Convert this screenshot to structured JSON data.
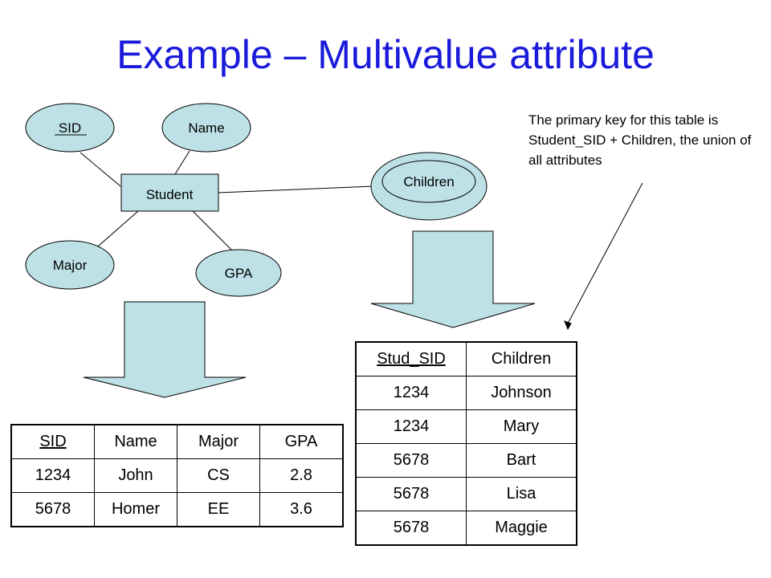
{
  "title": "Example – Multivalue attribute",
  "er": {
    "entity": "Student",
    "attributes": {
      "sid": "SID",
      "name": "Name",
      "major": "Major",
      "gpa": "GPA",
      "children": "Children"
    }
  },
  "note": "The primary key for this table is Student_SID + Children, the union of all attributes",
  "student_table": {
    "headers": [
      "SID",
      "Name",
      "Major",
      "GPA"
    ],
    "rows": [
      [
        "1234",
        "John",
        "CS",
        "2.8"
      ],
      [
        "5678",
        "Homer",
        "EE",
        "3.6"
      ]
    ]
  },
  "children_table": {
    "headers": [
      "Stud_SID",
      "Children"
    ],
    "rows": [
      [
        "1234",
        "Johnson"
      ],
      [
        "1234",
        "Mary"
      ],
      [
        "5678",
        "Bart"
      ],
      [
        "5678",
        "Lisa"
      ],
      [
        "5678",
        "Maggie"
      ]
    ]
  },
  "colors": {
    "title": "#1a1adb",
    "shape_fill": "#bde1e6",
    "outline": "#000000"
  }
}
